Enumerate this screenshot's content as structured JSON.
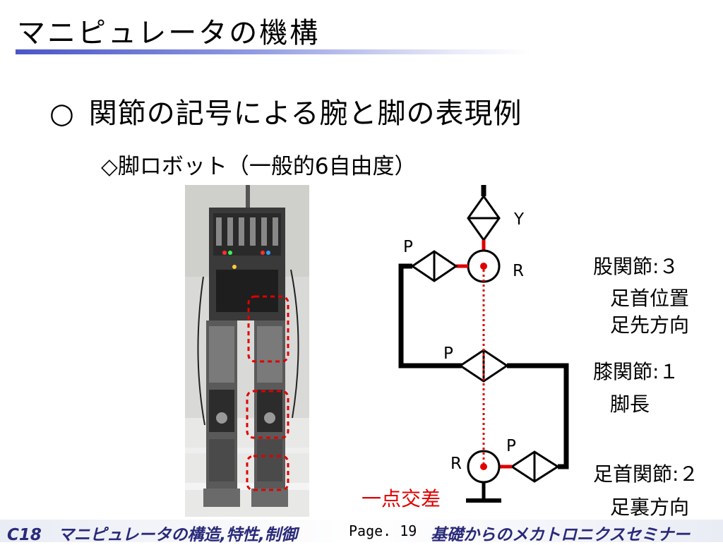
{
  "slide": {
    "title": "マニピュレータの機構",
    "heading_mark": "○",
    "heading": "関節の記号による腕と脚の表現例",
    "subheading": "◇脚ロボット（一般的6自由度）"
  },
  "diagram": {
    "joint_labels": {
      "yaw_top": "Y",
      "hip_pitch": "P",
      "hip_roll": "R",
      "knee_pitch": "P",
      "ankle_roll": "R",
      "ankle_pitch": "P"
    },
    "intersection_label": "一点交差",
    "colors": {
      "link": "#000000",
      "axis": "#e00000",
      "joint_center": "#e00000"
    }
  },
  "annotations": {
    "hip_title": "股関節:３",
    "hip_line1": "足首位置",
    "hip_line2": "足先方向",
    "knee_title": "膝関節:１",
    "knee_line1": "脚長",
    "ankle_title": "足首関節:２",
    "ankle_line1": "足裏方向"
  },
  "footer": {
    "left": "C18　マニピュレータの構造,特性,制御",
    "page": "Page. 19",
    "right": "基礎からのメカトロニクスセミナー"
  }
}
